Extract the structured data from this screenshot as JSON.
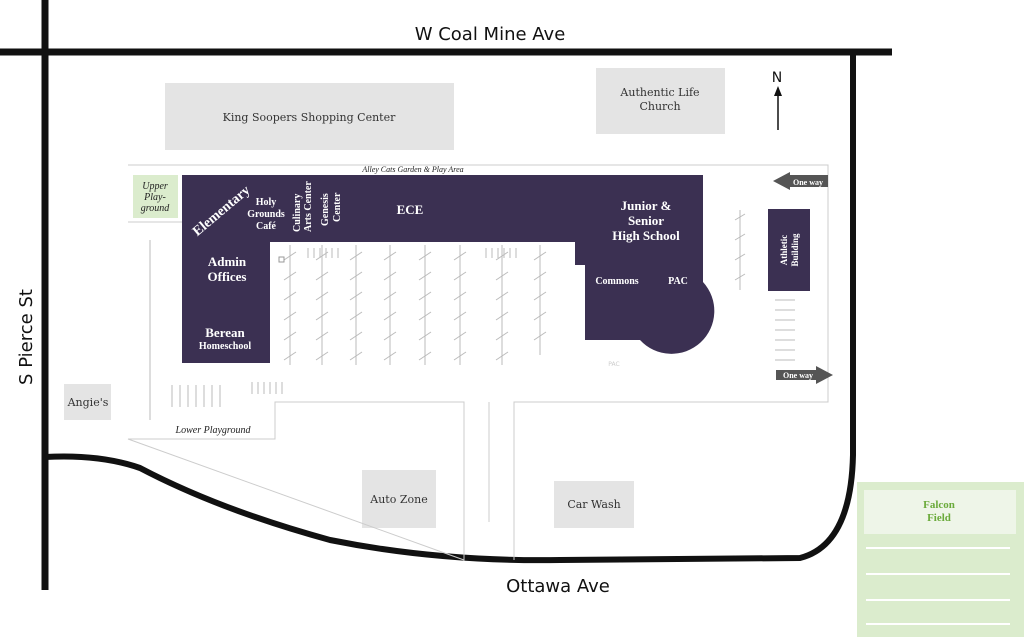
{
  "streets": {
    "north": "W Coal Mine Ave",
    "south": "Ottawa Ave",
    "west": "S Pierce St"
  },
  "compass": {
    "label": "N"
  },
  "neighbors": {
    "king_soopers": "King Soopers Shopping Center",
    "church_line1": "Authentic Life",
    "church_line2": "Church",
    "angies": "Angie's",
    "auto_zone": "Auto Zone",
    "car_wash": "Car Wash"
  },
  "campus": {
    "alley_cats": "Alley Cats Garden & Play Area",
    "upper_playground": [
      "Upper",
      "Play-",
      "ground"
    ],
    "lower_playground": "Lower Playground",
    "elementary": "Elementary",
    "holy_grounds": [
      "Holy",
      "Grounds",
      "Café"
    ],
    "culinary": [
      "Culinary",
      "Arts Center"
    ],
    "genesis": [
      "Genesis",
      "Center"
    ],
    "ece": "ECE",
    "jr_sr_high": [
      "Junior &",
      "Senior",
      "High School"
    ],
    "admin": [
      "Admin",
      "Offices"
    ],
    "berean": [
      "Berean",
      "Homeschool"
    ],
    "commons": "Commons",
    "pac": "PAC",
    "pac_small": "PAC",
    "athletic": [
      "Athletic",
      "Building"
    ],
    "one_way_top": "One way",
    "one_way_bottom": "One way"
  },
  "falcon_field": [
    "Falcon",
    "Field"
  ],
  "colors": {
    "building": "#3b3052",
    "neighbor": "#e4e4e4",
    "green": "#dbeccd",
    "green_label": "#6aaa3a",
    "road": "#111111"
  }
}
